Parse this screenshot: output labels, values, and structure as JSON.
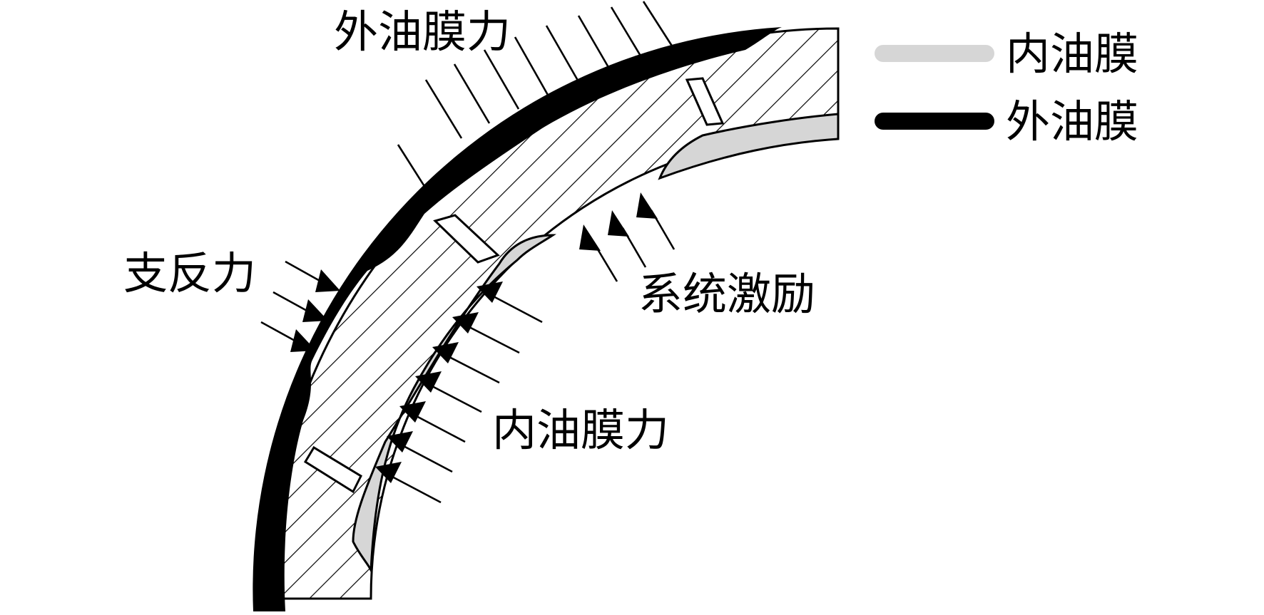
{
  "labels": {
    "outer_film_force": "外油膜力",
    "support_reaction_force": "支反力",
    "system_excitation": "系统激励",
    "inner_film_force": "内油膜力"
  },
  "legend": [
    {
      "label": "内油膜",
      "color": "#d6d6d6"
    },
    {
      "label": "外油膜",
      "color": "#000000"
    }
  ],
  "colors": {
    "inner_oil_film": "#d6d6d6",
    "outer_oil_film": "#000000",
    "ring_body": "#ffffff",
    "line": "#000000"
  }
}
